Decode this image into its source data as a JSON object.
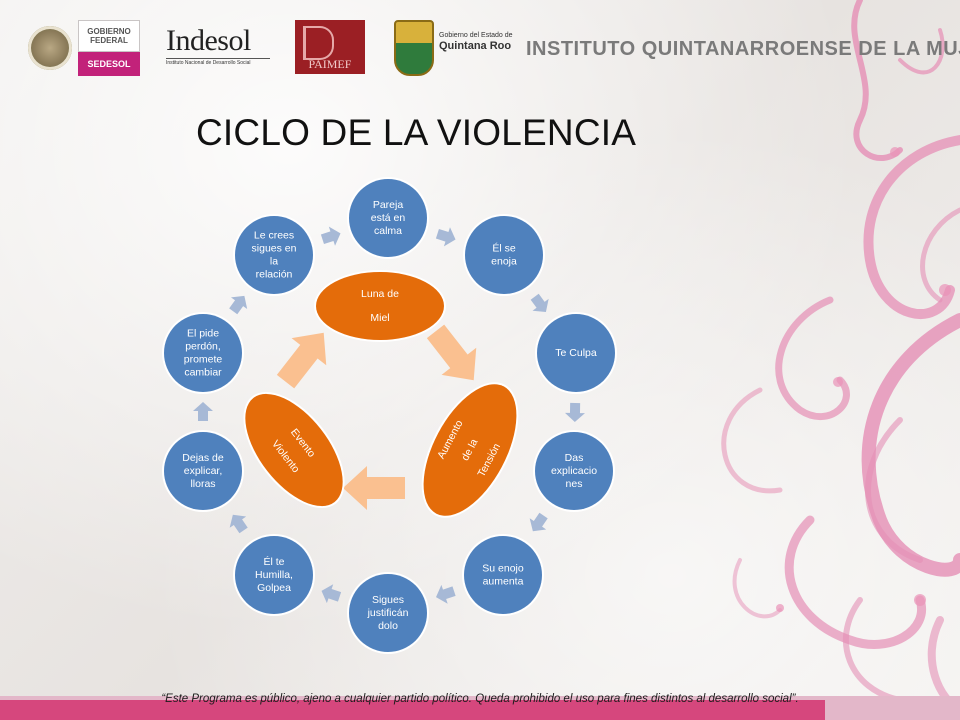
{
  "header": {
    "gob_line1": "GOBIERNO",
    "gob_line2": "FEDERAL",
    "gob_sedesol": "SEDESOL",
    "indesol_name": "Indesol",
    "indesol_sub": "Instituto Nacional de Desarrollo Social",
    "paimef": "PAIMEF",
    "qroo_line1": "Gobierno del Estado de",
    "qroo_line2": "Quintana Roo",
    "institute": "INSTITUTO QUINTANARROENSE DE LA MUJER"
  },
  "title": "CICLO DE LA VIOLENCIA",
  "colors": {
    "node_blue": "#4f81bd",
    "phase_orange": "#e46c0a",
    "arrow_peach": "#fac090",
    "small_arrow": "#a7b9d6",
    "footer_pink": "#d6477d"
  },
  "cycle_nodes": [
    {
      "lines": [
        "Pareja",
        "está en",
        "calma"
      ]
    },
    {
      "lines": [
        "Él se",
        "enoja"
      ]
    },
    {
      "lines": [
        "Te Culpa"
      ]
    },
    {
      "lines": [
        "Das",
        "explicacio",
        "nes"
      ]
    },
    {
      "lines": [
        "Su enojo",
        "aumenta"
      ]
    },
    {
      "lines": [
        "Sigues",
        "justificán",
        "dolo"
      ]
    },
    {
      "lines": [
        "Él te",
        "Humilla,",
        "Golpea"
      ]
    },
    {
      "lines": [
        "Dejas de",
        "explicar,",
        "lloras"
      ]
    },
    {
      "lines": [
        "El pide",
        "perdón,",
        "promete",
        "cambiar"
      ]
    },
    {
      "lines": [
        "Le crees",
        "sigues en",
        "la",
        "relación"
      ]
    }
  ],
  "phases": [
    {
      "lines": [
        "Luna de",
        "Miel"
      ]
    },
    {
      "lines": [
        "Aumento",
        "de la",
        "Tensión"
      ]
    },
    {
      "lines": [
        "Evento",
        "Violento"
      ]
    }
  ],
  "footer": "“Este Programa es público, ajeno a cualquier partido político. Queda prohibido el uso para fines distintos al desarrollo social”."
}
